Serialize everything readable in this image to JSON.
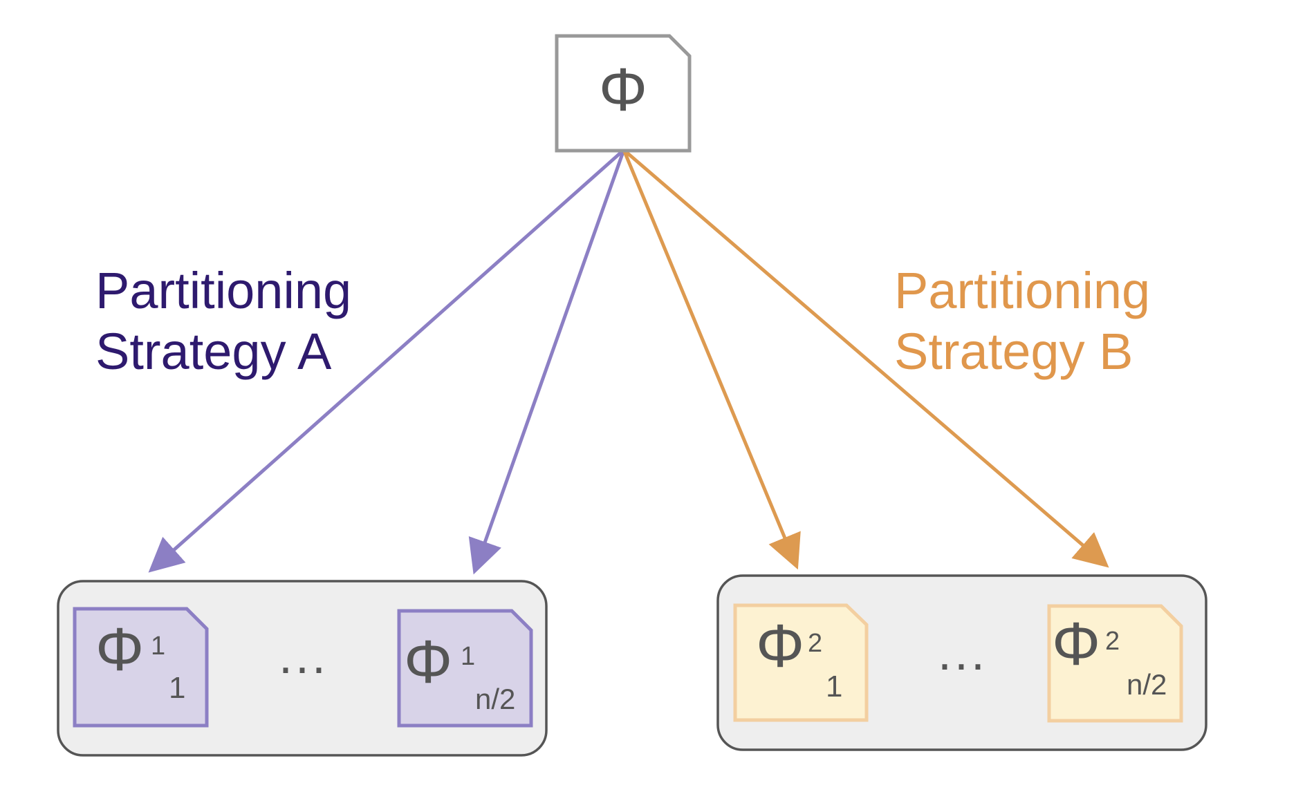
{
  "root": {
    "symbol": "Φ"
  },
  "strategy_a": {
    "label_line1": "Partitioning",
    "label_line2": "Strategy A",
    "color": "#8c7fc4",
    "label_color": "#2e1a6e",
    "doc_fill": "#d8d3e8",
    "first": {
      "symbol": "Φ",
      "sup": "1",
      "sub": "1"
    },
    "ellipsis": "···",
    "last": {
      "symbol": "Φ",
      "sup": "1",
      "sub": "n/2"
    }
  },
  "strategy_b": {
    "label_line1": "Partitioning",
    "label_line2": "Strategy B",
    "color": "#dd9a50",
    "label_color": "#e0974c",
    "doc_fill": "#fdf2d2",
    "doc_stroke": "#f3cfa0",
    "first": {
      "symbol": "Φ",
      "sup": "2",
      "sub": "1"
    },
    "ellipsis": "···",
    "last": {
      "symbol": "Φ",
      "sup": "2",
      "sub": "n/2"
    }
  }
}
